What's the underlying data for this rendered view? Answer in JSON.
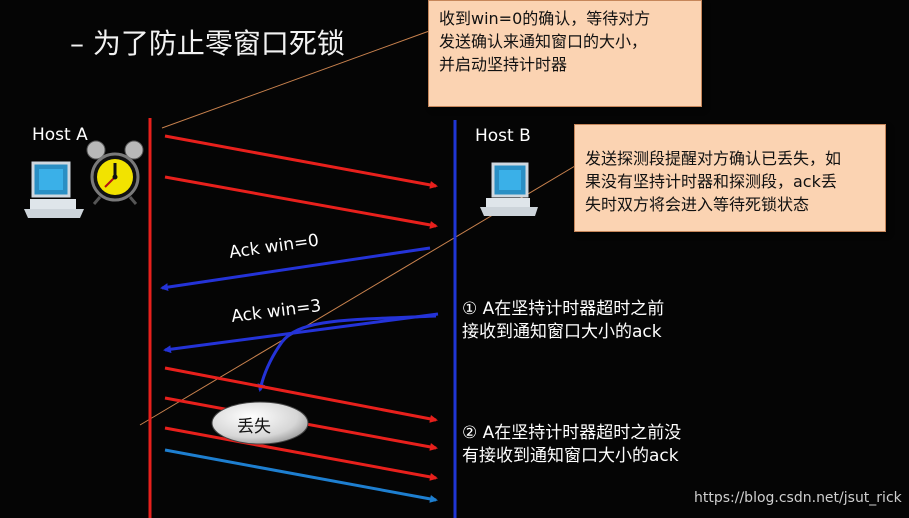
{
  "bullet": "– 为了防止零窗口死锁",
  "callout_top": [
    "收到win=0的确认，等待对方",
    "发送确认来通知窗口的大小，",
    "并启动坚持计时器"
  ],
  "callout_right": [
    "发送探测段提醒对方确认已丢失，如",
    "果没有坚持计时器和探测段，ack丢",
    "失时双方将会进入等待死锁状态"
  ],
  "host_a": "Host A",
  "host_b": "Host B",
  "ack_win0": "Ack win=0",
  "ack_win3": "Ack win=3",
  "lost": "丢失",
  "note1": [
    "① A在坚持计时器超时之前",
    "接收到通知窗口大小的ack"
  ],
  "note2": [
    "② A在坚持计时器超时之前没",
    "有接收到通知窗口大小的ack"
  ],
  "watermark": "https://blog.csdn.net/jsut_rick",
  "icons": [
    "computer-icon",
    "alarm-clock-icon"
  ],
  "colors": {
    "host_a_line": "#e8201c",
    "host_b_line": "#1f36d6",
    "probe_arrow": "#1e7fd0",
    "callout_bg": "#fbd3b2"
  }
}
